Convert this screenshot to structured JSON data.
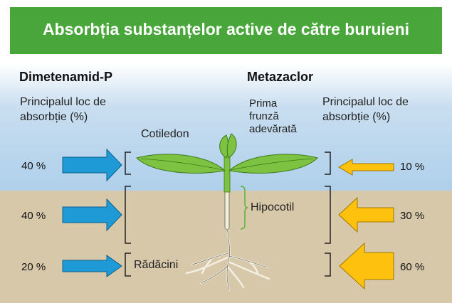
{
  "title": "Absorbția substanțelor active de către buruieni",
  "left": {
    "heading": "Dimetenamid-P",
    "sublabel_lines": [
      "Principalul loc de",
      "absorbție (%)"
    ],
    "percents": [
      "40 %",
      "40 %",
      "20 %"
    ],
    "absorption": [
      40,
      40,
      20
    ]
  },
  "right": {
    "heading": "Metazaclor",
    "sublabel_lines": [
      "Principalul loc de",
      "absorbție (%)"
    ],
    "percents": [
      "10 %",
      "30 %",
      "60 %"
    ],
    "absorption": [
      10,
      30,
      60
    ]
  },
  "plant_labels": {
    "cotyledon": "Cotiledon",
    "true_leaf_lines": [
      "Prima",
      "frunză",
      "adevărată"
    ],
    "hypocotyl": "Hipocotil",
    "roots": "Rădăcini"
  },
  "colors": {
    "title_bar": "#48a63a",
    "blue_arrow": "#1e9ad6",
    "yellow_arrow": "#fec10e",
    "soil": "#d8c8aa",
    "sky": "#b4d3ec",
    "leaf": "#7ec241"
  }
}
